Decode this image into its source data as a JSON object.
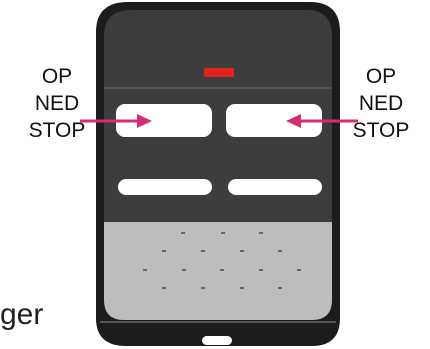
{
  "labels": {
    "left": {
      "line1": "OP",
      "line2": "NED",
      "line3": "STOP"
    },
    "right": {
      "line1": "OP",
      "line2": "NED",
      "line3": "STOP"
    }
  },
  "cut_text": "ger",
  "colors": {
    "body": "#3a3a3a",
    "body_dark": "#1c1c1c",
    "keypad": "#bdbdbd",
    "led": "#e0211c",
    "arrow": "#d62d72",
    "button": "#ffffff"
  },
  "icons": [
    "led-indicator",
    "arrow-right-icon",
    "arrow-left-icon",
    "speaker-grille"
  ]
}
